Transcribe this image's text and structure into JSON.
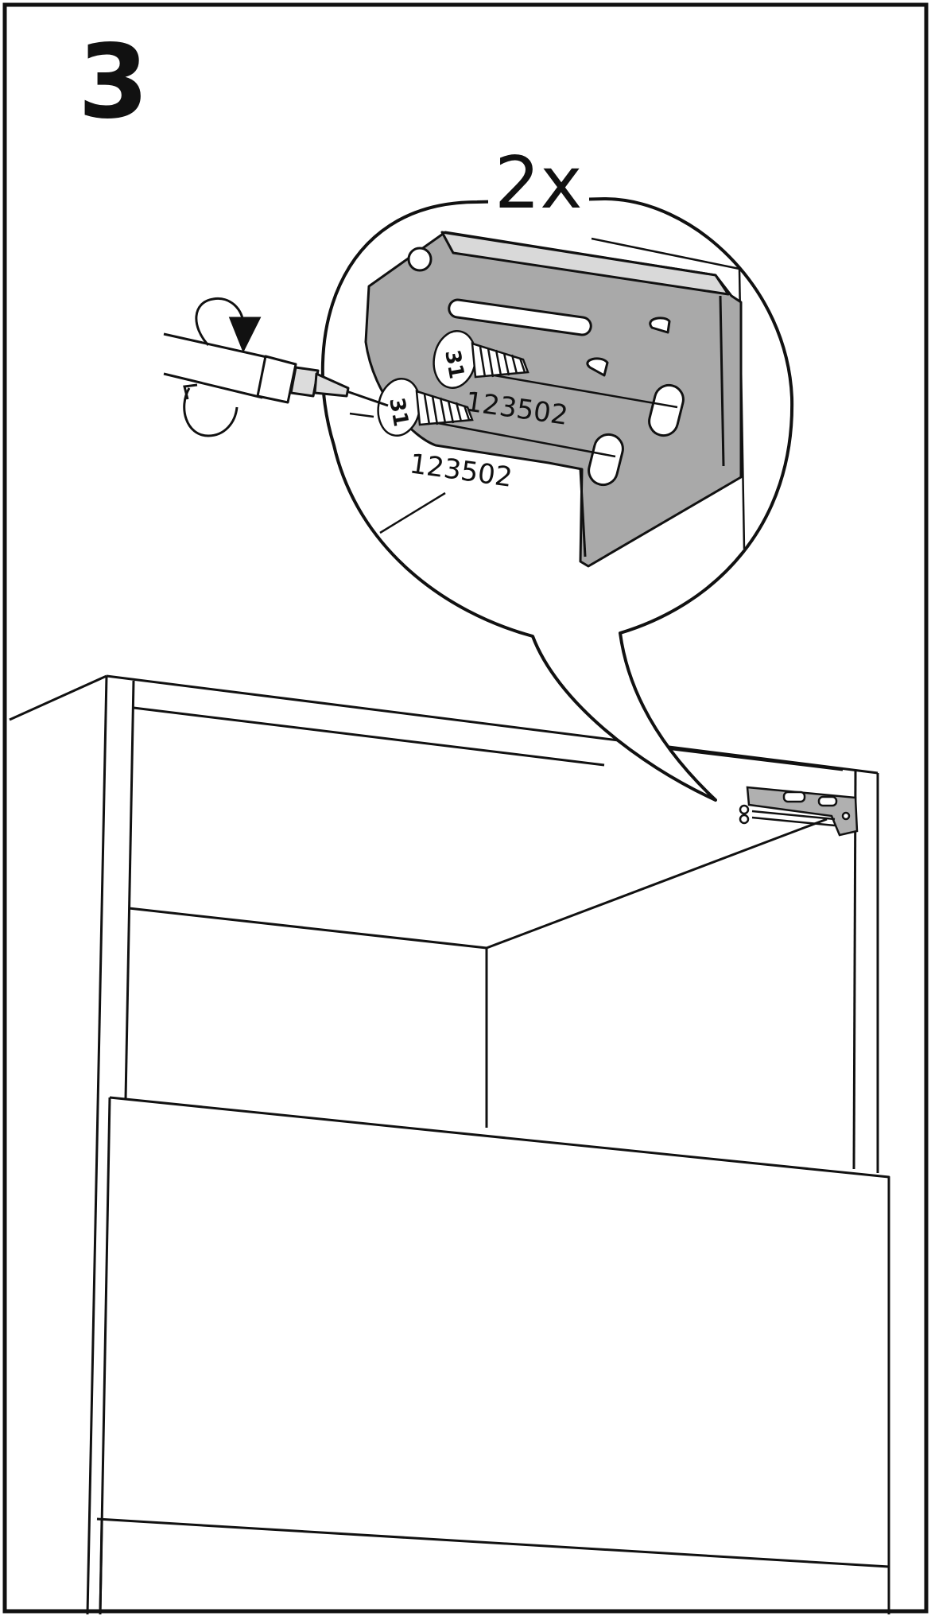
{
  "step": {
    "number": "3"
  },
  "detail": {
    "quantity": "2x",
    "screws": [
      {
        "part_number": "123502",
        "head_mark": "31"
      },
      {
        "part_number": "123502",
        "head_mark": "31"
      }
    ]
  },
  "icons": [
    "rotate-clockwise-icon",
    "screwdriver-icon",
    "wood-screw-icon",
    "angle-bracket-icon",
    "cabinet-illustration"
  ],
  "colors": {
    "line": "#111111",
    "bracket_fill": "#a8a8a8",
    "background": "#ffffff"
  }
}
